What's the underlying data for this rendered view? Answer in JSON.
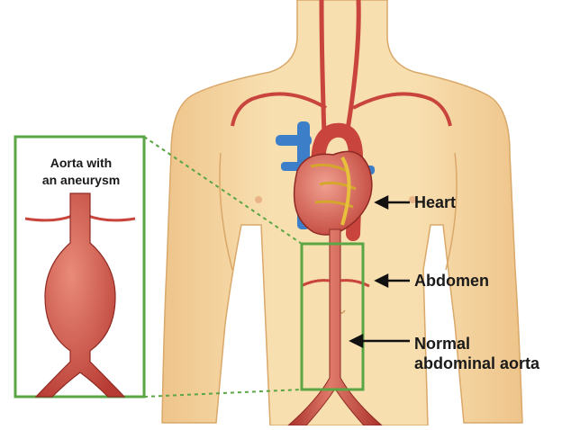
{
  "inset": {
    "title_line1": "Aorta with",
    "title_line2": "an aneurysm"
  },
  "labels": {
    "heart": "Heart",
    "abdomen": "Abdomen",
    "normal_line1": "Normal",
    "normal_line2": "abdominal aorta"
  },
  "colors": {
    "skin": "#f6d9a6",
    "skin_shadow": "#e8bf82",
    "artery": "#c8443c",
    "vein": "#3c7fc8",
    "box": "#5aa645"
  }
}
